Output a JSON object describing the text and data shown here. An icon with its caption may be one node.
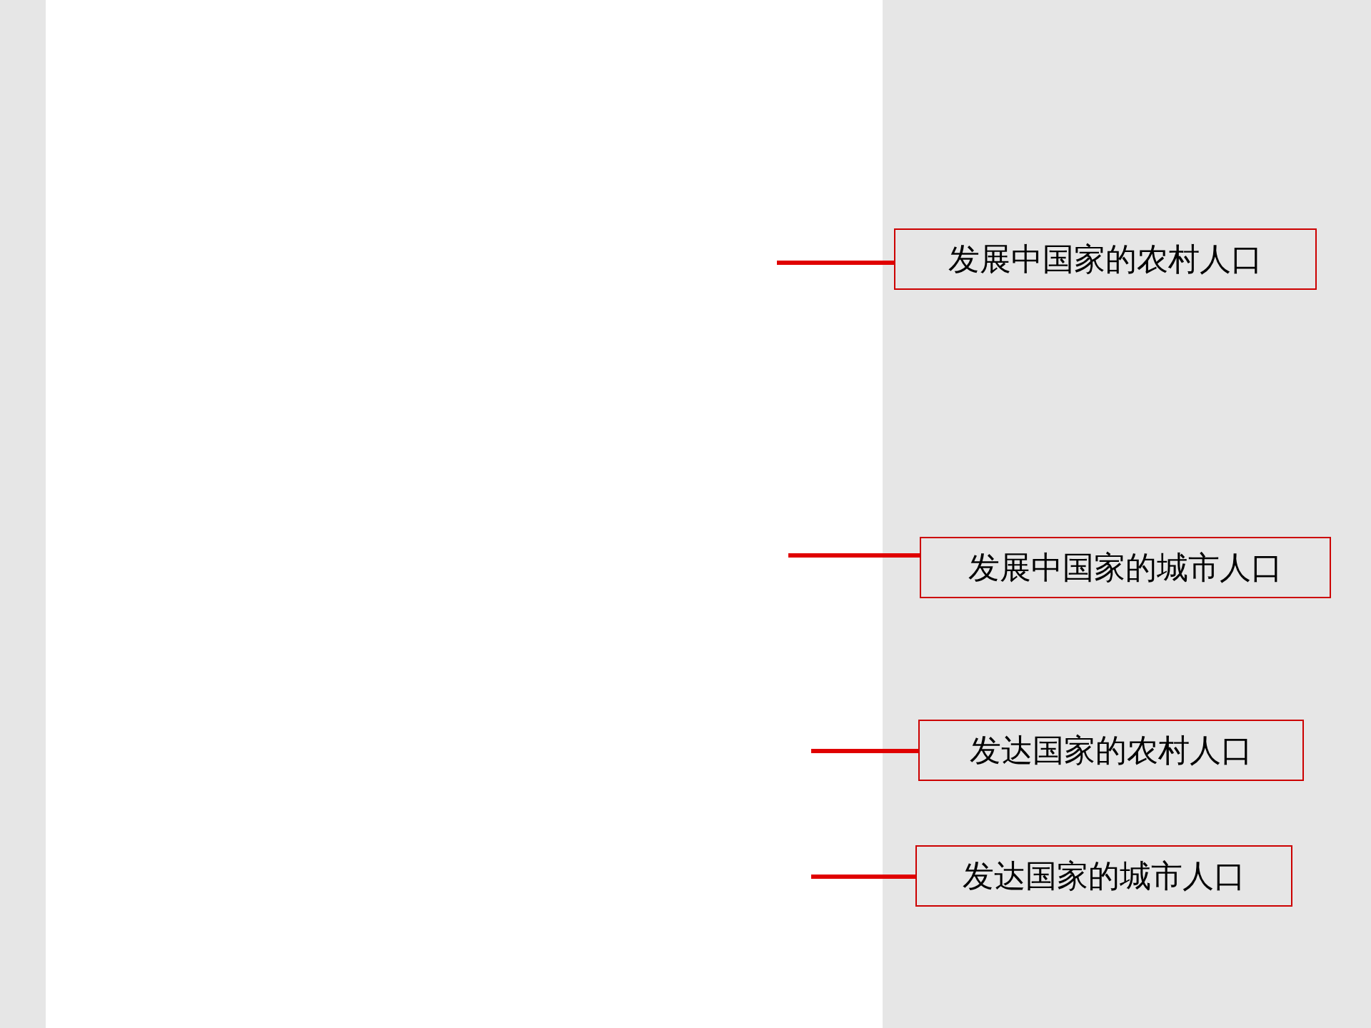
{
  "diagram": {
    "nodes": [
      {
        "text": [
          "发展中国家的农村人口"
        ]
      },
      {
        "text": [
          "发展中国家的城市人口"
        ]
      },
      {
        "text": [
          "发达国家的农村人口"
        ]
      },
      {
        "text": [
          "发达国家的城市人口"
        ]
      }
    ],
    "edges": [
      {
        "from": 0,
        "to": null,
        "arrow": "none"
      },
      {
        "from": 1,
        "to": null,
        "arrow": "none"
      },
      {
        "from": 2,
        "to": null,
        "arrow": "none"
      },
      {
        "from": 3,
        "to": null,
        "arrow": "none"
      }
    ]
  }
}
